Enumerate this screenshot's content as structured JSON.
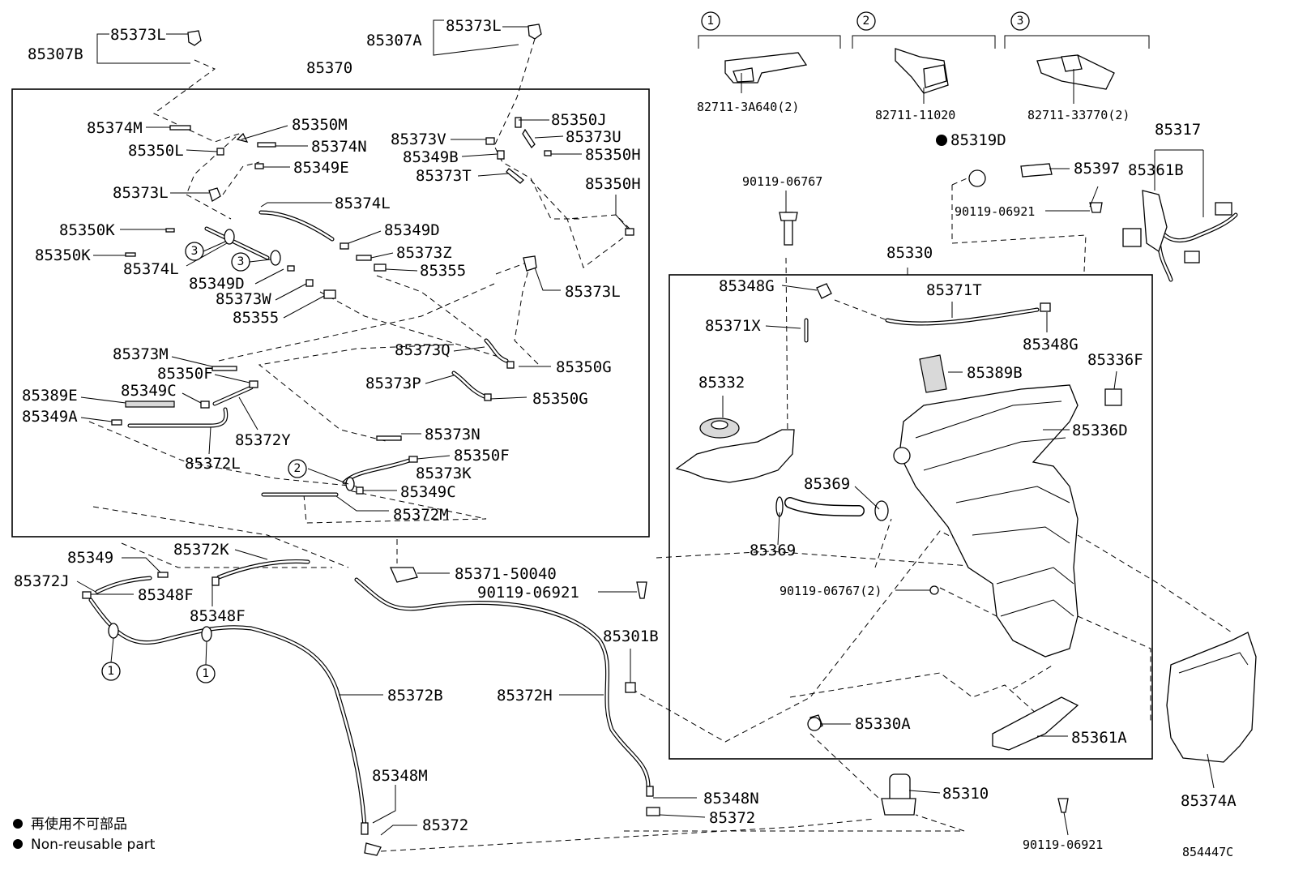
{
  "labels": {
    "l_85307B": "85307B",
    "l_85373L_a": "85373L",
    "l_85307A": "85307A",
    "l_85373L_b": "85373L",
    "l_85370": "85370",
    "l_85374M": "85374M",
    "l_85350M": "85350M",
    "l_85350L": "85350L",
    "l_85374N": "85374N",
    "l_85349E": "85349E",
    "l_85373L_c": "85373L",
    "l_85374L_a": "85374L",
    "l_85350K_a": "85350K",
    "l_85350K_b": "85350K",
    "l_85374L_b": "85374L",
    "l_85349D_a": "85349D",
    "l_85373Z": "85373Z",
    "l_85349D_b": "85349D",
    "l_85355_a": "85355",
    "l_85373W": "85373W",
    "l_85355_b": "85355",
    "l_85350J": "85350J",
    "l_85373V": "85373V",
    "l_85373U": "85373U",
    "l_85349B": "85349B",
    "l_85350H_a": "85350H",
    "l_85373T": "85373T",
    "l_85350H_b": "85350H",
    "l_85373L_d": "85373L",
    "l_85373M": "85373M",
    "l_85350F_a": "85350F",
    "l_85373Q": "85373Q",
    "l_85350G_a": "85350G",
    "l_85389E": "85389E",
    "l_85349C_a": "85349C",
    "l_85373P": "85373P",
    "l_85350G_b": "85350G",
    "l_85349A": "85349A",
    "l_85372Y": "85372Y",
    "l_85372L": "85372L",
    "l_85373N": "85373N",
    "l_85350F_b": "85350F",
    "l_85373K": "85373K",
    "l_85349C_b": "85349C",
    "l_85372M": "85372M",
    "l_85349": "85349",
    "l_85372K": "85372K",
    "l_85372J": "85372J",
    "l_85348F_a": "85348F",
    "l_85348F_b": "85348F",
    "l_85371_50040": "85371-50040",
    "l_90119_06921_a": "90119-06921",
    "l_85301B": "85301B",
    "l_85372B": "85372B",
    "l_85372H": "85372H",
    "l_85348M": "85348M",
    "l_85372_a": "85372",
    "l_85348N": "85348N",
    "l_85372_b": "85372",
    "l_82711_3A640": "82711-3A640(2)",
    "l_82711_11020": "82711-11020",
    "l_82711_33770": "82711-33770(2)",
    "l_85319D": "85319D",
    "l_85397": "85397",
    "l_85317": "85317",
    "l_85361B": "85361B",
    "l_90119_06767_a": "90119-06767",
    "l_90119_06921_b": "90119-06921",
    "l_85330": "85330",
    "l_85348G_a": "85348G",
    "l_85371T": "85371T",
    "l_85371X": "85371X",
    "l_85348G_b": "85348G",
    "l_85389B": "85389B",
    "l_85336F": "85336F",
    "l_85332": "85332",
    "l_85336D": "85336D",
    "l_85369_a": "85369",
    "l_85369_b": "85369",
    "l_90119_06767_b": "90119-06767(2)",
    "l_85330A": "85330A",
    "l_85361A": "85361A",
    "l_85310": "85310",
    "l_85374A": "85374A",
    "l_90119_06921_c": "90119-06921",
    "ref_code": "854447C"
  },
  "circle_refs": {
    "c1_top": "1",
    "c2_top": "2",
    "c3_top": "3",
    "c3_a": "3",
    "c3_b": "3",
    "c2_a": "2",
    "c1_a": "1",
    "c1_b": "1"
  },
  "legend": {
    "jp": "再使用不可部品",
    "en": "Non-reusable part"
  }
}
